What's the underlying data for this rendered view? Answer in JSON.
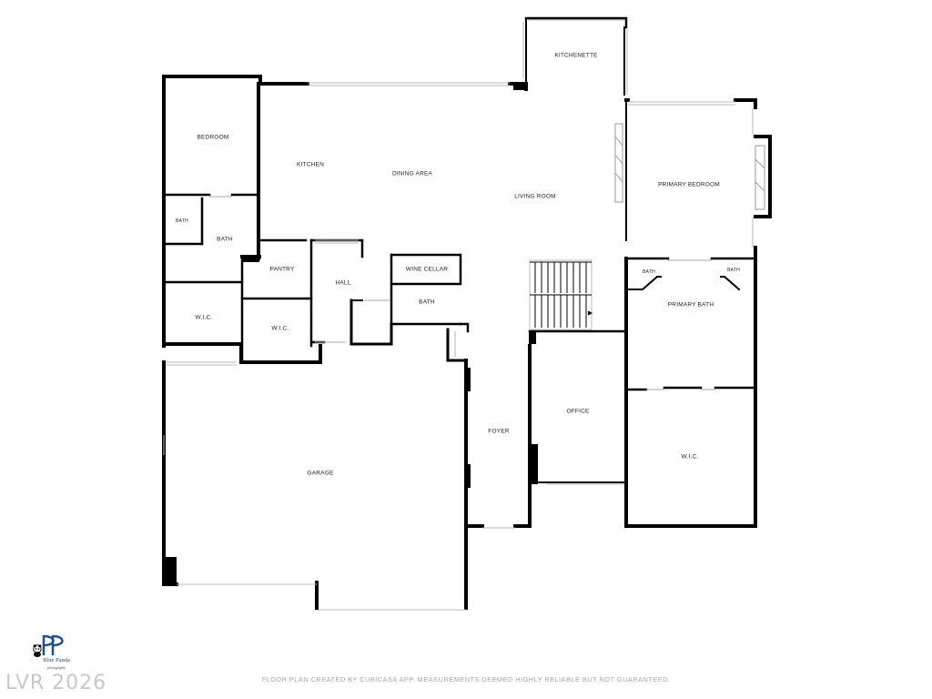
{
  "rooms": {
    "kitchenette": "KITCHENETTE",
    "bedroom": "BEDROOM",
    "kitchen": "KITCHEN",
    "dining_area": "DINING AREA",
    "living_room": "LIVING ROOM",
    "primary_bedroom": "PRIMARY BEDROOM",
    "bath_small_left": "BATH",
    "bath_left": "BATH",
    "pantry": "PANTRY",
    "hall": "HALL",
    "wine_cellar": "WINE CELLAR",
    "bath_center": "BATH",
    "primary_bath_left": "BATH",
    "primary_bath_right": "BATH",
    "primary_bath": "PRIMARY BATH",
    "wic_left": "W.I.C.",
    "wic_center": "W.I.C.",
    "office": "OFFICE",
    "foyer": "FOYER",
    "garage": "GARAGE",
    "wic_right": "W.I.C."
  },
  "footer": {
    "disclaimer": "FLOOR PLAN CREATED BY CUBICASA APP. MEASUREMENTS DEEMED HIGHLY RELIABLE BUT NOT GUARANTEED.",
    "watermark": "LVR 2026"
  },
  "logo": {
    "name": "Blue Panda",
    "tagline": "photography",
    "color": "#1e4e8c"
  },
  "colors": {
    "wall": "#000000",
    "thin_wall": "#bdbdbd",
    "background": "#ffffff"
  }
}
